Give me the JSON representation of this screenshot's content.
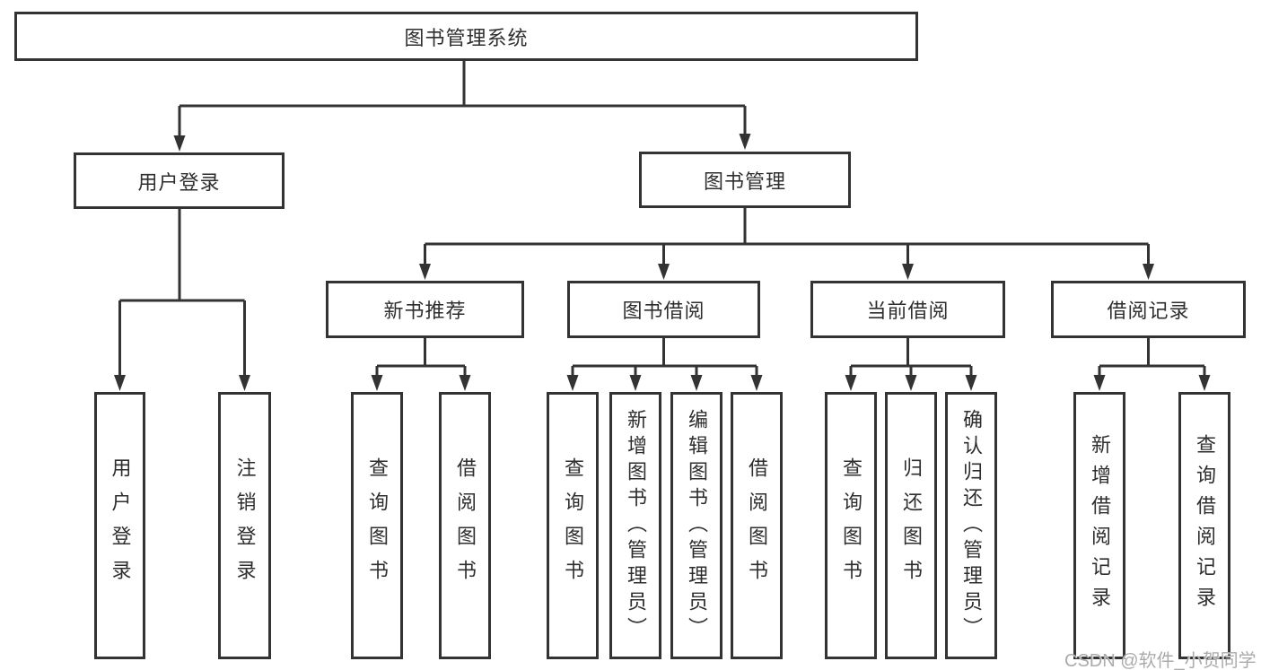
{
  "diagram": {
    "title": "图书管理系统",
    "branches": [
      {
        "label": "用户登录",
        "children": [
          {
            "label": "用户登录"
          },
          {
            "label": "注销登录"
          }
        ]
      },
      {
        "label": "图书管理",
        "children": [
          {
            "label": "新书推荐",
            "children": [
              {
                "label": "查询图书"
              },
              {
                "label": "借阅图书"
              }
            ]
          },
          {
            "label": "图书借阅",
            "children": [
              {
                "label": "查询图书"
              },
              {
                "label": "新增图书（管理员）"
              },
              {
                "label": "编辑图书（管理员）"
              },
              {
                "label": "借阅图书"
              }
            ]
          },
          {
            "label": "当前借阅",
            "children": [
              {
                "label": "查询图书"
              },
              {
                "label": "归还图书"
              },
              {
                "label": "确认归还（管理员）"
              }
            ]
          },
          {
            "label": "借阅记录",
            "children": [
              {
                "label": "新增借阅记录"
              },
              {
                "label": "查询借阅记录"
              }
            ]
          }
        ]
      }
    ]
  },
  "watermark": {
    "text": "CSDN @软件_小贺同学"
  },
  "colors": {
    "line": "#333333",
    "text": "#2e2e2e",
    "watermark": "#ababab",
    "background": "#ffffff"
  }
}
